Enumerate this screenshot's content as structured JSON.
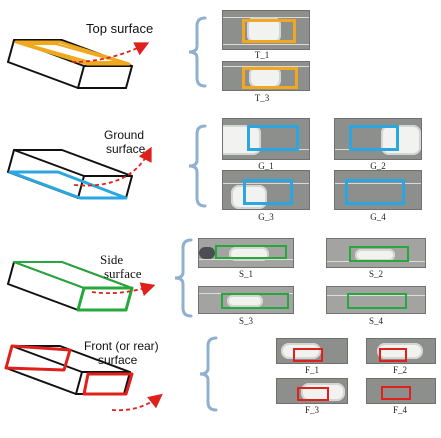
{
  "colors": {
    "top": "#f0a81e",
    "ground": "#2aa7e0",
    "side": "#25a83c",
    "front": "#e0211b",
    "bracket": "#8fb0cf",
    "arrow": "#e0211b"
  },
  "panels": [
    {
      "key": "top",
      "title": "Top surface",
      "captions": [
        "T_1",
        "T_3"
      ]
    },
    {
      "key": "ground",
      "title": "Ground surface",
      "captions": [
        "G_1",
        "G_2",
        "G_3",
        "G_4"
      ]
    },
    {
      "key": "side",
      "title": "Side surface",
      "captions": [
        "S_1",
        "S_2",
        "S_3",
        "S_4"
      ]
    },
    {
      "key": "front",
      "title": "Front (or rear) surface",
      "captions": [
        "F_1",
        "F_2",
        "F_3",
        "F_4"
      ]
    }
  ]
}
